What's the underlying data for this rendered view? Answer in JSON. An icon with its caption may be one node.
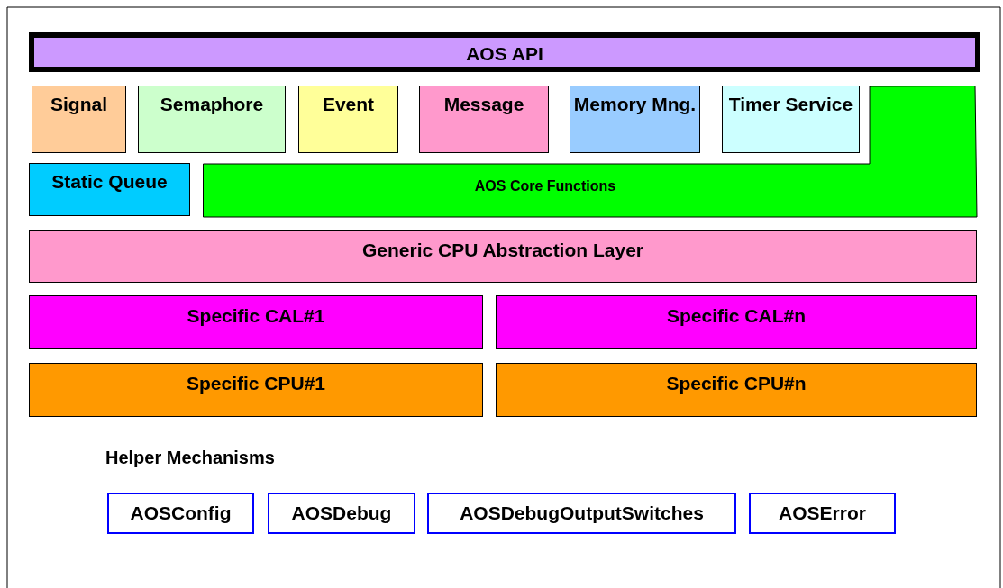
{
  "diagram": {
    "nodes": [
      {
        "text": [
          "AOS API"
        ]
      },
      {
        "text": [
          "Signal"
        ]
      },
      {
        "text": [
          "Semaphore"
        ]
      },
      {
        "text": [
          "Event"
        ]
      },
      {
        "text": [
          "Message"
        ]
      },
      {
        "text": [
          "Memory Mng."
        ]
      },
      {
        "text": [
          "Timer Service"
        ]
      },
      {
        "text": [
          "Static Queue"
        ]
      },
      {
        "text": [
          "AOS Core Functions"
        ]
      },
      {
        "text": [
          "Generic CPU Abstraction Layer"
        ]
      },
      {
        "text": [
          "Specific CAL#1"
        ]
      },
      {
        "text": [
          "Specific CAL#n"
        ]
      },
      {
        "text": [
          "Specific CPU#1"
        ]
      },
      {
        "text": [
          "Specific CPU#n"
        ]
      },
      {
        "text": [
          "AOSConfig"
        ]
      },
      {
        "text": [
          "AOSDebug"
        ]
      },
      {
        "text": [
          "AOSDebugOutputSwitches"
        ]
      },
      {
        "text": [
          "AOSError"
        ]
      }
    ],
    "edges": [],
    "labels": [
      "Helper Mechanisms"
    ]
  }
}
